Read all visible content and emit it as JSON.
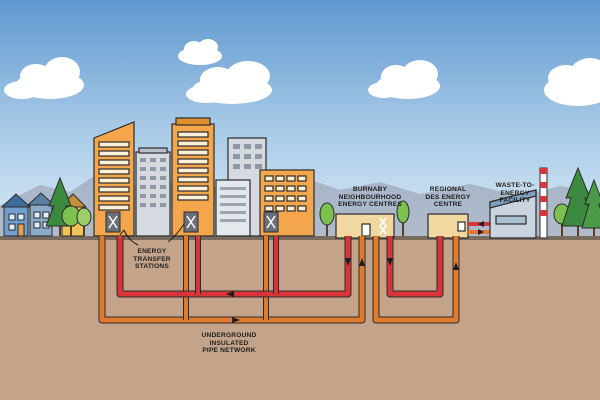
{
  "labels": {
    "burnaby": [
      "BURNABY",
      "NEIGHBOURHOOD",
      "ENERGY CENTRES"
    ],
    "regional": [
      "REGIONAL",
      "DES ENERGY",
      "CENTRE"
    ],
    "waste": [
      "WASTE-TO-ENERGY",
      "FACILITY"
    ],
    "transfer": [
      "ENERGY",
      "TRANSFER",
      "STATIONS"
    ],
    "pipe": [
      "UNDERGROUND",
      "INSULATED",
      "PIPE NETWORK"
    ]
  },
  "colors": {
    "sky_top": "#5f98d0",
    "sky_bottom": "#d6e7f4",
    "ground": "#c3a48b",
    "ground_line": "#7a6a5e",
    "supply_pipe": "#d8343a",
    "return_pipe": "#e07a2c",
    "building_orange": "#f3a64b",
    "building_grey": "#cfd3da",
    "energy_centre": "#f1d7a0",
    "tree": "#3c8a3f",
    "tree_light": "#7cc04f"
  },
  "icons": [
    "cloud-icon",
    "tree-icon",
    "heat-exchanger-icon",
    "flow-arrow-icon",
    "chimney-icon"
  ]
}
